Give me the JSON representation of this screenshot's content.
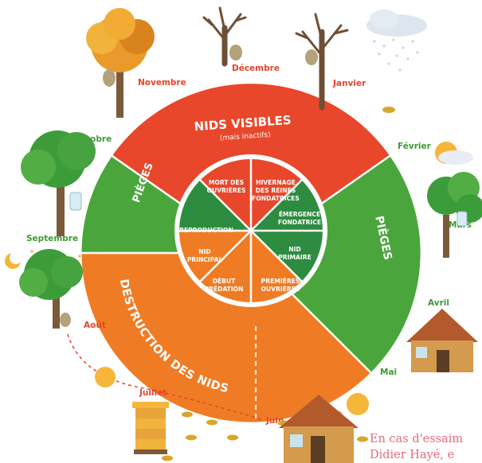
{
  "months": {
    "novembre": "Novembre",
    "decembre": "Décembre",
    "janvier": "Janvier",
    "fevrier": "Février",
    "mars": "Mars",
    "avril": "Avril",
    "mai": "Mai",
    "juin": "Juin",
    "juillet": "Juillet",
    "aout": "Août",
    "septembre": "Septembre",
    "octobre": "Octobre"
  },
  "outer": {
    "nids_visibles": "NIDS VISIBLES",
    "mais_inactifs": "(mais inactifs)",
    "pieges_left": "PIÈGES",
    "pieges_right": "PIÈGES",
    "destruction": "DESTRUCTION DES NIDS"
  },
  "inner": {
    "mort": [
      "MORT DES",
      "OUVRIÈRES"
    ],
    "hivernage": [
      "HIVERNAGE",
      "DES REINES",
      "FONDATRICES"
    ],
    "emergence": [
      "ÉMERGENCE",
      "FONDATRICE"
    ],
    "nid_primaire": [
      "NID",
      "PRIMAIRE"
    ],
    "premieres": [
      "PREMIÈRES",
      "OUVRIÈRES"
    ],
    "debut": [
      "DÉBUT",
      "PRÉDATION"
    ],
    "nid_principal": [
      "NID",
      "PRINCIPAL"
    ],
    "reproduction": [
      "REPRODUCTION"
    ]
  },
  "caption": {
    "line1": "En cas d'essaim",
    "line2": "Didier Hayé, e"
  },
  "colors": {
    "red": "#e8472b",
    "green": "#4aa63c",
    "orange": "#ef7c25",
    "dark_green": "#2e8c40",
    "month_label": "#e5442a",
    "month_label_green": "#3f9a35"
  }
}
